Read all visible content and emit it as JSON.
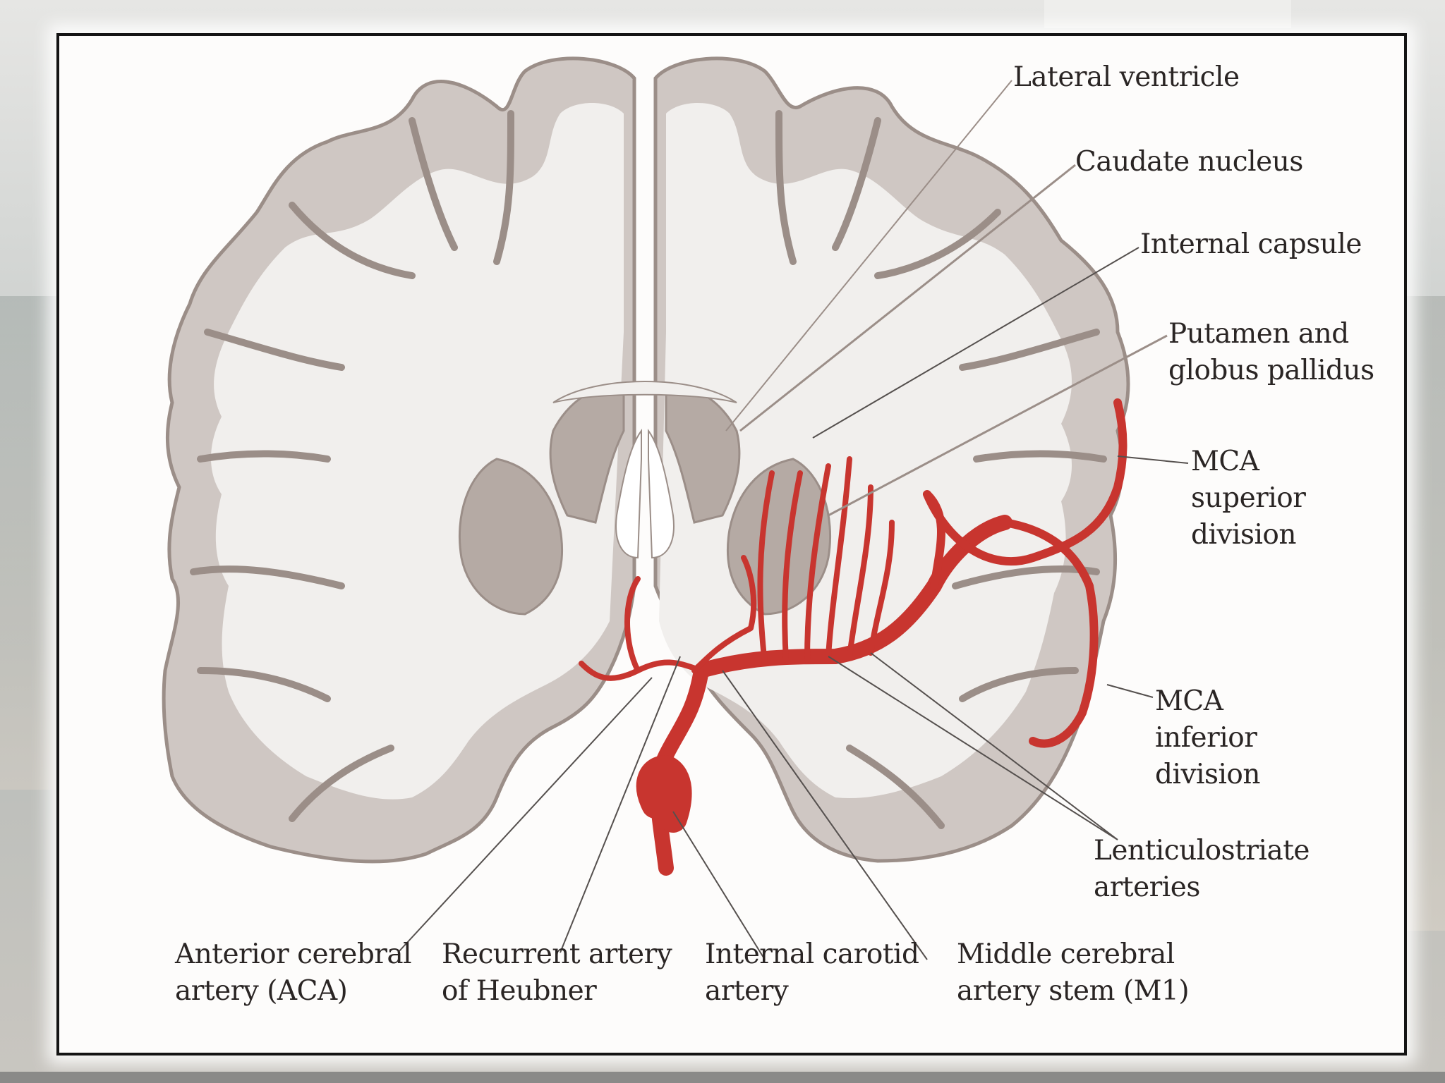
{
  "colors": {
    "gray_matter": "#cfc7c3",
    "white_matter": "#f1efed",
    "cortex_edge": "#9b8e88",
    "artery": "#c8352f",
    "artery_dark": "#6d1c18",
    "deep_nucleus": "#b5aaa4",
    "leader_line": "#55504e",
    "frame_border": "#141414"
  },
  "labels": {
    "lateral_ventricle": "Lateral ventricle",
    "caudate_nucleus": "Caudate nucleus",
    "internal_capsule": "Internal capsule",
    "putamen_line1": "Putamen and",
    "putamen_line2": "globus pallidus",
    "mca_sup_line1": "MCA",
    "mca_sup_line2": "superior",
    "mca_sup_line3": "division",
    "mca_inf_line1": "MCA",
    "mca_inf_line2": "inferior",
    "mca_inf_line3": "division",
    "lenticulostriate_line1": "Lenticulostriate",
    "lenticulostriate_line2": "arteries",
    "aca_line1": "Anterior cerebral",
    "aca_line2": "artery (ACA)",
    "heubner_line1": "Recurrent artery",
    "heubner_line2": "of Heubner",
    "ica_line1": "Internal carotid",
    "ica_line2": "artery",
    "m1_line1": "Middle cerebral",
    "m1_line2": "artery stem (M1)"
  }
}
